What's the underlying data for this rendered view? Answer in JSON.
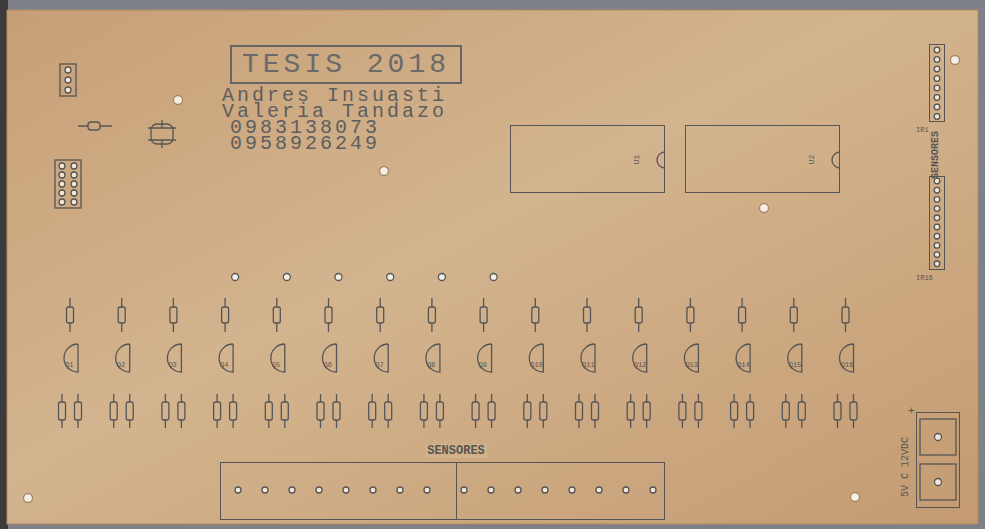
{
  "diagram": {
    "nodes": [
      {
        "text": [
          "TESIS 2018"
        ]
      },
      {
        "text": [
          "U1"
        ]
      },
      {
        "text": [
          "U2"
        ]
      },
      {
        "text": [
          "SENSORES"
        ]
      },
      {
        "text": [
          "IR1"
        ]
      },
      {
        "text": [
          "IR16"
        ]
      },
      {
        "text": [
          "5V C 12VDC"
        ]
      }
    ],
    "labels": [
      "Andres Insuasti",
      "Valeria Tandazo",
      "0983138073",
      "0958926249",
      "SENSORES",
      "+",
      "Q1",
      "Q2",
      "Q3",
      "Q4",
      "Q5",
      "Q6",
      "Q7",
      "Q8",
      "Q9",
      "Q10",
      "Q11",
      "Q12",
      "Q13",
      "Q14",
      "Q15",
      "Q16"
    ]
  }
}
